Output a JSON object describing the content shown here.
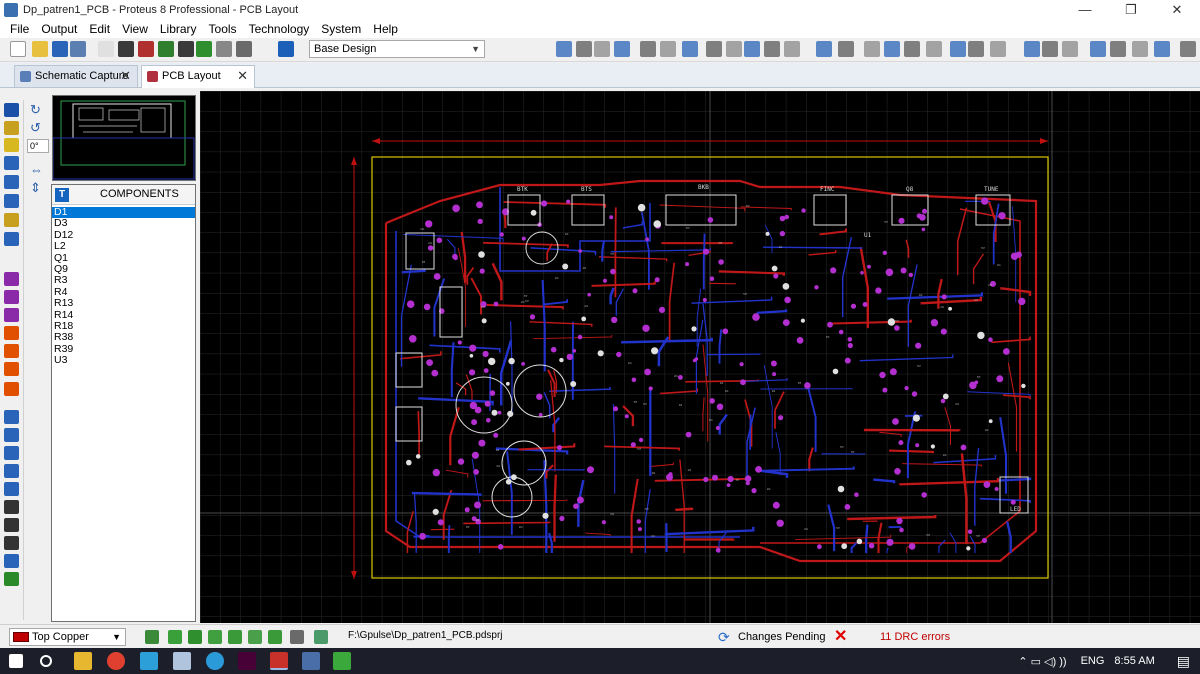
{
  "window": {
    "title": "Dp_patren1_PCB - Proteus 8 Professional - PCB Layout",
    "controls": {
      "minimize": "—",
      "maximize": "❐",
      "close": "✕"
    }
  },
  "menu": [
    "File",
    "Output",
    "Edit",
    "View",
    "Library",
    "Tools",
    "Technology",
    "System",
    "Help"
  ],
  "toolbar": {
    "design_select": "Base Design",
    "icons": [
      "new-icon",
      "open-icon",
      "save-icon",
      "import-icon",
      "home-icon",
      "schematic-icon",
      "pcb-icon",
      "gerber-icon",
      "3d-view-icon",
      "bom-icon",
      "notes-icon",
      "design-explorer-icon",
      "help-icon",
      "refresh-icon",
      "grid-icon",
      "metric-icon",
      "origin-icon",
      "pan-icon",
      "zoom-in-icon",
      "zoom-out-icon",
      "zoom-all-icon",
      "zoom-area-icon",
      "undo-icon",
      "redo-icon",
      "cut-icon",
      "copy-icon",
      "block-move-icon",
      "block-delete-icon",
      "search-icon",
      "library-icon",
      "autoroute-icon"
    ]
  },
  "tabs": [
    {
      "label": "Schematic Capture",
      "active": false,
      "icon": "schematic-tab-icon",
      "close": "✕"
    },
    {
      "label": "PCB Layout",
      "active": true,
      "icon": "pcb-tab-icon",
      "close": "✕"
    }
  ],
  "rotation": {
    "angle": "0°"
  },
  "components_panel": {
    "toggle": "T",
    "title": "COMPONENTS",
    "items": [
      "D1",
      "D3",
      "D12",
      "L2",
      "Q1",
      "Q9",
      "R3",
      "R4",
      "R13",
      "R14",
      "R18",
      "R38",
      "R39",
      "U3"
    ],
    "selected_index": 0
  },
  "board": {
    "labels": [
      "BTK",
      "BTS",
      "BKB",
      "FINC",
      "Q8",
      "TUNE",
      "LED",
      "U1"
    ]
  },
  "status": {
    "layer": "Top Copper",
    "layer_color": "#c00000",
    "project_path": "F:\\Gpulse\\Dp_patren1_PCB.pdsprj",
    "changes": "Changes Pending",
    "drc_errors": "11 DRC errors"
  },
  "tray": {
    "lang": "ENG",
    "time": "8:55 AM",
    "indicators": "⌃  ▭  ◁)  ))",
    "notifications_icon": "▤"
  }
}
